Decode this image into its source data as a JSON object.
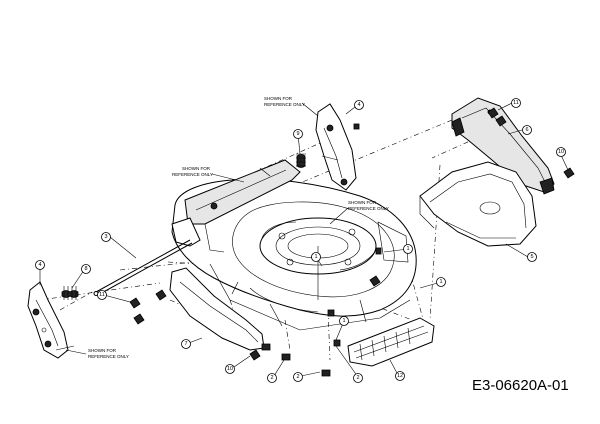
{
  "drawing_code": "E3-06620A-01",
  "reference_notes": {
    "top": [
      "SHOWN FOR",
      "REFERENCE ONLY"
    ],
    "left": [
      "SHOWN FOR",
      "REFERENCE ONLY"
    ],
    "center": [
      "SHOWN FOR",
      "REFERENCE ONLY"
    ],
    "bottom_left": [
      "SHOWN FOR",
      "REFERENCE ONLY"
    ]
  },
  "callouts": {
    "c4_top": "4",
    "c9": "9",
    "c11_top": "11",
    "c6": "6",
    "c10_right": "10",
    "c5": "5",
    "c3": "3",
    "c4_left": "4",
    "c8": "8",
    "c11_left": "11",
    "c1_a": "1",
    "c1_b": "1",
    "c1_c": "1",
    "c1_d": "1",
    "c7": "7",
    "c10_bottom": "10",
    "c2_a": "2",
    "c2_b": "2",
    "c2_c": "2",
    "c12": "12"
  }
}
